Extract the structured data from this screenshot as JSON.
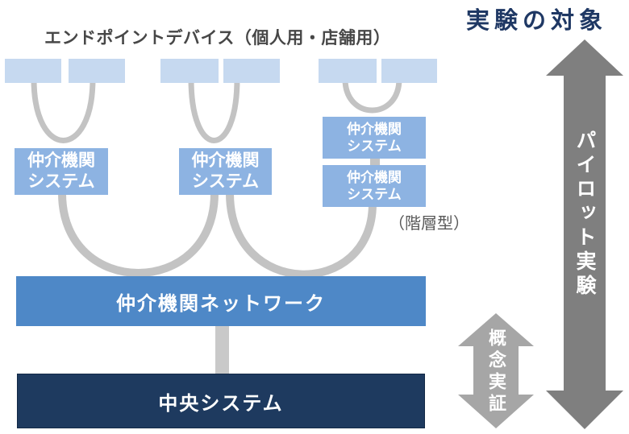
{
  "diagram": {
    "top_title": "エンドポイントデバイス（個人用・店舗用）",
    "experiment_target_title": "実験の対象",
    "pilot_arrow_label": "パイロット実験",
    "poc_arrow_label": "概念実証",
    "hierarchical_note": "（階層型）",
    "intermediary_system_label": "仲介機関\nシステム",
    "network_bar_label": "仲介機関ネットワーク",
    "central_bar_label": "中央システム",
    "endpoint_device_group_count": 3,
    "endpoint_devices_per_group": 2
  },
  "colors": {
    "endpoint_device_fill": "#c6d9f0",
    "intermediary_fill": "#8db3e2",
    "network_bar_fill": "#4e88c7",
    "central_bar_fill": "#1e3a5f",
    "connector_gray": "#c3c3c3",
    "pilot_arrow_gray": "#7f7f7f",
    "poc_arrow_gray": "#a6a6a6",
    "experiment_target_text": "#1f3864",
    "top_title_text": "#474747"
  }
}
